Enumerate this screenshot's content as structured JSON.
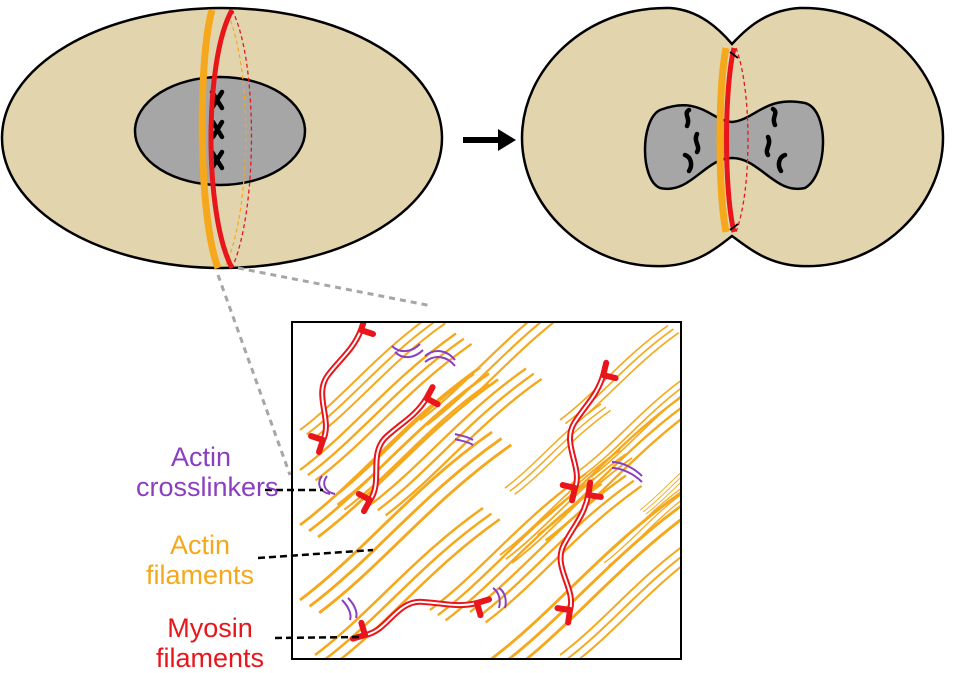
{
  "labels": {
    "crosslinkers": {
      "line1": "Actin",
      "line2": "crosslinkers",
      "color": "#8B3FBF"
    },
    "actin": {
      "line1": "Actin",
      "line2": "filaments",
      "color": "#F5A81C"
    },
    "myosin": {
      "line1": "Myosin",
      "line2": "filaments",
      "color": "#E8161B"
    }
  },
  "colors": {
    "cytoplasm": "#E2D5AE",
    "nucleus": "#A6A6A6",
    "actin": "#F5A81C",
    "myosin": "#E8161B",
    "crosslinker": "#8B3FBF",
    "outline": "#000000",
    "dash": "#A6A6A6"
  }
}
